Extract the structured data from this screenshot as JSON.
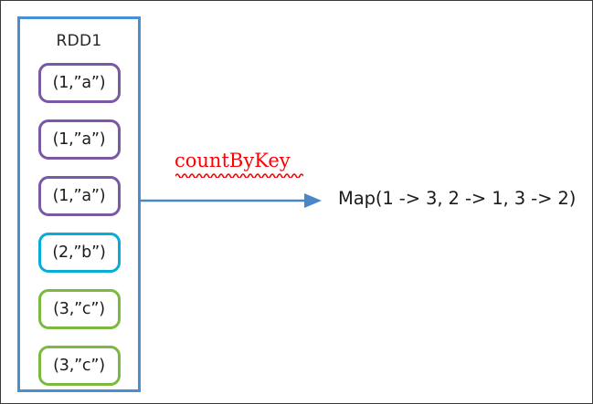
{
  "diagram": {
    "title_hidden": "",
    "rdd": {
      "label": "RDD1",
      "border_color": "#4a90d0",
      "items": [
        {
          "text": "(1,”a”)",
          "color": "#7b58a6",
          "color_name": "purple"
        },
        {
          "text": "(1,”a”)",
          "color": "#7b58a6",
          "color_name": "purple"
        },
        {
          "text": "(1,”a”)",
          "color": "#7b58a6",
          "color_name": "purple"
        },
        {
          "text": "(2,”b”)",
          "color": "#06adda",
          "color_name": "cyan"
        },
        {
          "text": "(3,”c”)",
          "color": "#7cb93f",
          "color_name": "green"
        },
        {
          "text": "(3,”c”)",
          "color": "#7cb93f",
          "color_name": "green"
        }
      ]
    },
    "operation": {
      "label": "countByKey",
      "color": "#fb0007",
      "spellcheck_underline": true,
      "underline_color": "#fb0007"
    },
    "arrow": {
      "color": "#4a86c8",
      "direction": "right",
      "name": "transformation-arrow"
    },
    "result": {
      "text": "Map(1 -> 3, 2 -> 1, 3 -> 2)",
      "color": "#1b1b1b"
    },
    "frame": {
      "border_color": "#3a3a3a",
      "background": "#ffffff"
    }
  }
}
